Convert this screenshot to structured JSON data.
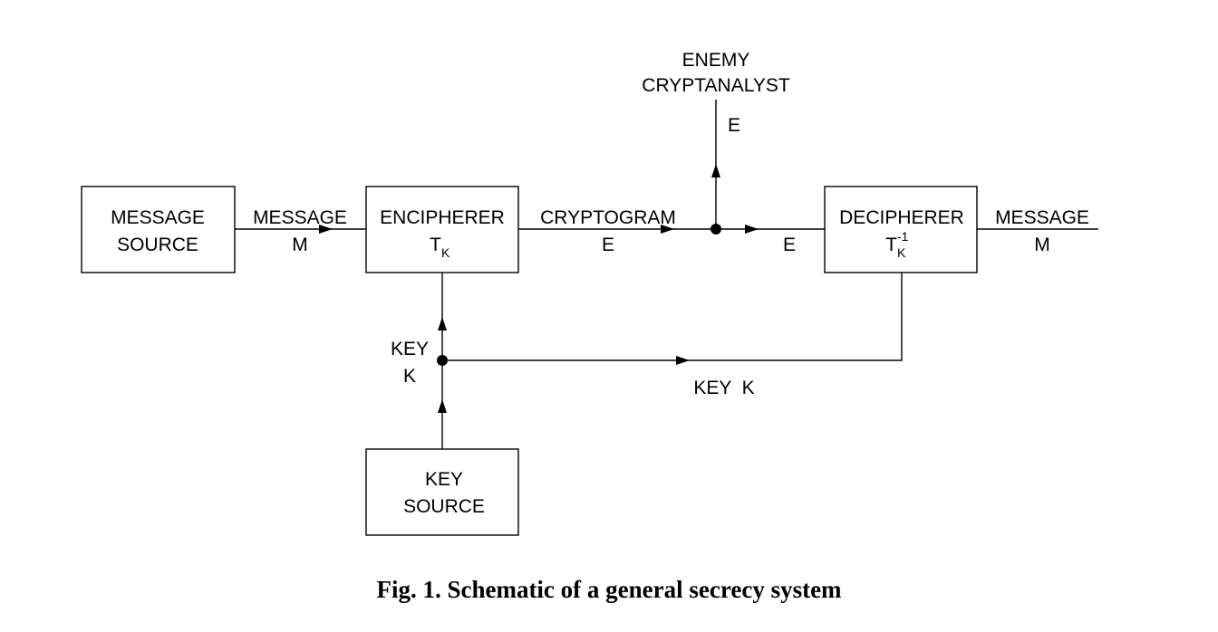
{
  "diagram": {
    "message_source": {
      "line1": "MESSAGE",
      "line2": "SOURCE"
    },
    "encipherer": {
      "name": "ENCIPHERER",
      "symbol": "T",
      "subscript": "K"
    },
    "decipherer": {
      "name": "DECIPHERER",
      "symbol": "T",
      "subscript": "K",
      "superscript": "-1"
    },
    "key_source": {
      "line1": "KEY",
      "line2": "SOURCE"
    },
    "enemy": {
      "line1": "ENEMY",
      "line2": "CRYPTANALYST"
    },
    "edges": {
      "message_in": {
        "line1": "MESSAGE",
        "line2": "M"
      },
      "cryptogram": {
        "line1": "CRYPTOGRAM",
        "line2": "E"
      },
      "to_enemy": "E",
      "to_decipherer": "E",
      "message_out": {
        "line1": "MESSAGE",
        "line2": "M"
      },
      "key_up": {
        "line1": "KEY",
        "line2": "K"
      },
      "key_right": "KEY  K"
    }
  },
  "caption": "Fig. 1. Schematic of a general secrecy system"
}
